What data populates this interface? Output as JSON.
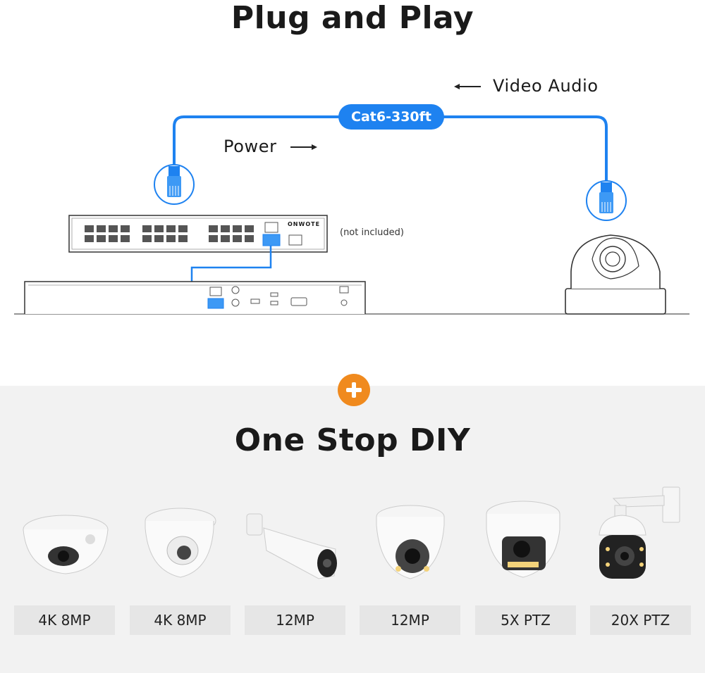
{
  "section1": {
    "title": "Plug and Play",
    "video_audio_label": "Video Audio",
    "power_label": "Power",
    "cable_label": "Cat6-330ft",
    "switch_brand": "ONWOTE",
    "not_included_note": "(not included)"
  },
  "section2": {
    "title": "One Stop DIY",
    "cameras": [
      {
        "label": "4K 8MP",
        "icon": "mini-dome-camera-icon"
      },
      {
        "label": "4K 8MP",
        "icon": "turret-camera-icon"
      },
      {
        "label": "12MP",
        "icon": "bullet-camera-icon"
      },
      {
        "label": "12MP",
        "icon": "turret-camera-icon"
      },
      {
        "label": "5X PTZ",
        "icon": "ptz-turret-camera-icon"
      },
      {
        "label": "20X PTZ",
        "icon": "ptz-speed-dome-camera-icon"
      }
    ]
  },
  "colors": {
    "cable_blue": "#1e82f0",
    "accent_orange": "#f08a1e",
    "panel_grey": "#f2f2f2",
    "label_grey": "#e6e6e6"
  }
}
